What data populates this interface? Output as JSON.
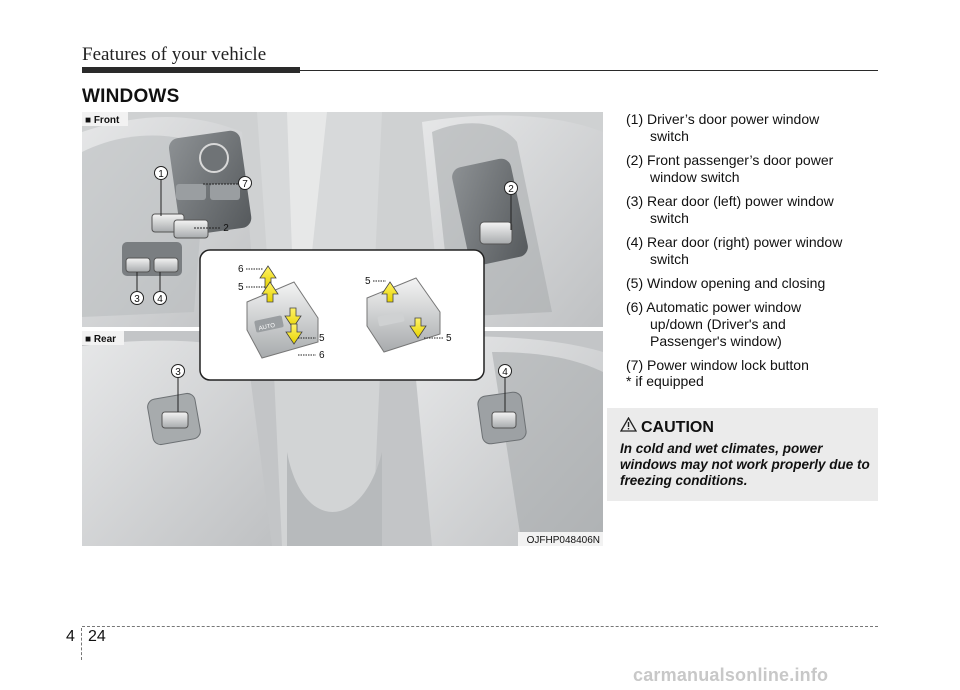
{
  "header": {
    "title": "Features of your vehicle"
  },
  "section": {
    "title": "WINDOWS"
  },
  "figure": {
    "front_label": "■ Front",
    "rear_label": "■ Rear",
    "code": "OJFHP048406N",
    "auto_label": "AUTO",
    "callouts": {
      "c1": "1",
      "c2": "2",
      "c3": "3",
      "c4": "4",
      "c7": "7",
      "right_c2": "2",
      "rear_c3": "3",
      "rear_c4": "4"
    },
    "inset": {
      "a6": "6",
      "a5": "5",
      "b5": "5",
      "b6": "6",
      "c5": "5",
      "d5": "5"
    }
  },
  "list": {
    "items": [
      {
        "num": "(1)",
        "line1": "Driver’s door power window",
        "line2": "switch",
        "line3": ""
      },
      {
        "num": "(2)",
        "line1": "Front passenger’s door power",
        "line2": "window switch",
        "line3": ""
      },
      {
        "num": "(3)",
        "line1": "Rear door (left) power window",
        "line2": "switch",
        "line3": ""
      },
      {
        "num": "(4)",
        "line1": "Rear door (right) power window",
        "line2": "switch",
        "line3": ""
      },
      {
        "num": "(5)",
        "line1": "Window opening and closing",
        "line2": "",
        "line3": ""
      },
      {
        "num": "(6)",
        "line1": "Automatic power window",
        "line2": "up/down (Driver's and",
        "line3": "Passenger's window)"
      },
      {
        "num": "(7)",
        "line1": "Power window lock button",
        "line2": "",
        "line3": ""
      }
    ]
  },
  "footnote": "* if equipped",
  "caution": {
    "title": "CAUTION",
    "text": "In cold and wet climates, power windows may not work properly due to freezing conditions."
  },
  "footer": {
    "section": "4",
    "page": "24"
  },
  "watermark": "carmanualsonline.info",
  "colors": {
    "arrow_yellow": "#f2e418",
    "header_bar": "#2a2a2a",
    "caution_bg": "#ebebeb"
  }
}
